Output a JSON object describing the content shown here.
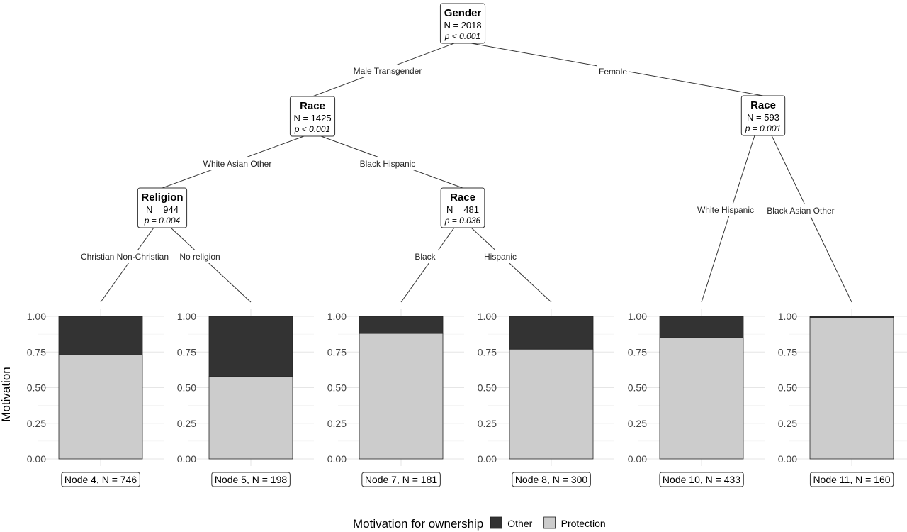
{
  "chart_data": {
    "type": "bar",
    "ylabel": "Motivation",
    "ylim": [
      0,
      1
    ],
    "y_ticks": [
      "0.00",
      "0.25",
      "0.50",
      "0.75",
      "1.00"
    ],
    "legend": {
      "title": "Motivation for ownership",
      "placement": "bottom",
      "items": [
        {
          "name": "Other",
          "color": "#333333"
        },
        {
          "name": "Protection",
          "color": "#cccccc"
        }
      ]
    },
    "tree": {
      "nodes": [
        {
          "id": "n1",
          "variable": "Gender",
          "n": "N = 2018",
          "p": "p < 0.001"
        },
        {
          "id": "n2",
          "variable": "Race",
          "n": "N = 1425",
          "p": "p < 0.001"
        },
        {
          "id": "n3",
          "variable": "Religion",
          "n": "N = 944",
          "p": "p = 0.004"
        },
        {
          "id": "n6",
          "variable": "Race",
          "n": "N = 481",
          "p": "p = 0.036"
        },
        {
          "id": "n9",
          "variable": "Race",
          "n": "N = 593",
          "p": "p = 0.001"
        }
      ],
      "edges": [
        {
          "from": "n1",
          "to": "n2",
          "label": "Male Transgender"
        },
        {
          "from": "n1",
          "to": "n9",
          "label": "Female"
        },
        {
          "from": "n2",
          "to": "n3",
          "label": "White Asian Other"
        },
        {
          "from": "n2",
          "to": "n6",
          "label": "Black Hispanic"
        },
        {
          "from": "n3",
          "to": "leaf4",
          "label": "Christian Non-Christian"
        },
        {
          "from": "n3",
          "to": "leaf5",
          "label": "No religion"
        },
        {
          "from": "n6",
          "to": "leaf7",
          "label": "Black"
        },
        {
          "from": "n6",
          "to": "leaf8",
          "label": "Hispanic"
        },
        {
          "from": "n9",
          "to": "leaf10",
          "label": "White Hispanic"
        },
        {
          "from": "n9",
          "to": "leaf11",
          "label": "Black Asian Other"
        }
      ]
    },
    "leaves": [
      {
        "id": "leaf4",
        "label": "Node 4, N = 746",
        "protection": 0.73,
        "other": 0.27
      },
      {
        "id": "leaf5",
        "label": "Node 5, N = 198",
        "protection": 0.58,
        "other": 0.42
      },
      {
        "id": "leaf7",
        "label": "Node 7, N = 181",
        "protection": 0.88,
        "other": 0.12
      },
      {
        "id": "leaf8",
        "label": "Node 8, N = 300",
        "protection": 0.77,
        "other": 0.23
      },
      {
        "id": "leaf10",
        "label": "Node 10, N = 433",
        "protection": 0.85,
        "other": 0.15
      },
      {
        "id": "leaf11",
        "label": "Node 11, N = 160",
        "protection": 0.99,
        "other": 0.01
      }
    ]
  }
}
